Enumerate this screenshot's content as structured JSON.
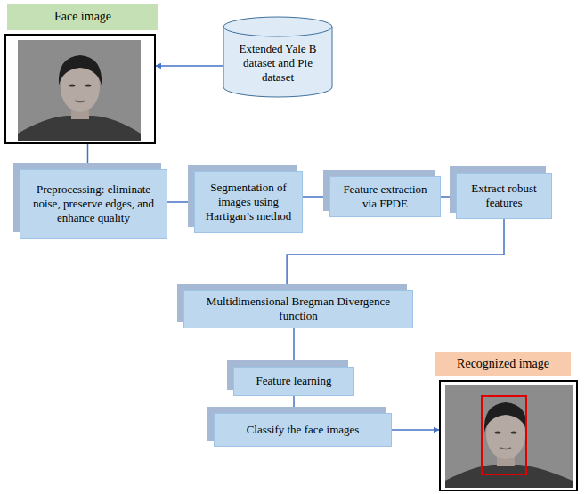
{
  "diagram": {
    "nodes": [
      {
        "text": [
          "Face image"
        ]
      },
      {
        "text": [
          "Extended Yale B dataset and Pie dataset"
        ]
      },
      {
        "text": [
          "Preprocessing: eliminate noise, preserve edges, and enhance quality"
        ]
      },
      {
        "text": [
          "Segmentation of images using Hartigan’s method"
        ]
      },
      {
        "text": [
          "Feature extraction via FPDE"
        ]
      },
      {
        "text": [
          "Extract robust features"
        ]
      },
      {
        "text": [
          "Multidimensional Bregman Divergence function"
        ]
      },
      {
        "text": [
          "Feature learning"
        ]
      },
      {
        "text": [
          "Classify the face images"
        ]
      },
      {
        "text": [
          "Recognized image"
        ]
      }
    ],
    "edges": [
      {
        "from": 1,
        "to": 0,
        "arrow": "to"
      },
      {
        "from": 0,
        "to": 2,
        "arrow": "to"
      },
      {
        "from": 2,
        "to": 3,
        "arrow": "to"
      },
      {
        "from": 3,
        "to": 4,
        "arrow": "to"
      },
      {
        "from": 4,
        "to": 5,
        "arrow": "to"
      },
      {
        "from": 5,
        "to": 6,
        "arrow": "to"
      },
      {
        "from": 6,
        "to": 7,
        "arrow": "to"
      },
      {
        "from": 7,
        "to": 8,
        "arrow": "to"
      },
      {
        "from": 8,
        "to": 9,
        "arrow": "to"
      }
    ]
  }
}
